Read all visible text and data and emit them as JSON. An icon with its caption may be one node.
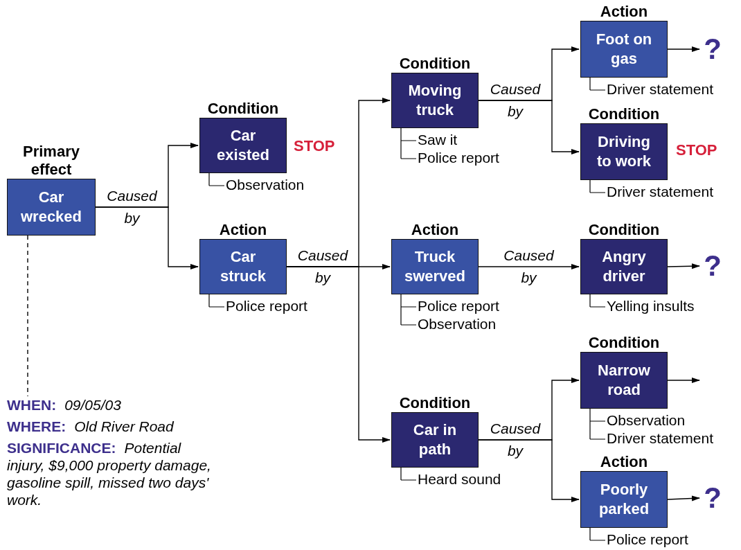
{
  "diagram": {
    "nodes": [
      {
        "text": [
          "Primary effect",
          "Car wrecked"
        ]
      },
      {
        "text": [
          "Condition",
          "Car existed"
        ],
        "beside": [
          "Observation"
        ]
      },
      {
        "text": [
          "Action",
          "Car struck"
        ],
        "beside": [
          "Police report"
        ]
      },
      {
        "text": [
          "Condition",
          "Moving truck"
        ],
        "beside": [
          "Saw it",
          "Police report"
        ]
      },
      {
        "text": [
          "Action",
          "Truck swerved"
        ],
        "beside": [
          "Police report",
          "Observation"
        ]
      },
      {
        "text": [
          "Condition",
          "Car in path"
        ],
        "beside": [
          "Heard sound"
        ]
      },
      {
        "text": [
          "Action",
          "Foot on gas"
        ],
        "beside": [
          "Driver statement"
        ]
      },
      {
        "text": [
          "Condition",
          "Driving to work"
        ],
        "beside": [
          "Driver statement"
        ]
      },
      {
        "text": [
          "Condition",
          "Angry driver"
        ],
        "beside": [
          "Yelling insults"
        ]
      },
      {
        "text": [
          "Condition",
          "Narrow road"
        ],
        "beside": [
          "Observation",
          "Driver statement"
        ]
      },
      {
        "text": [
          "Action",
          "Poorly parked"
        ],
        "beside": [
          "Police report"
        ]
      },
      {
        "text": [
          "?"
        ]
      },
      {
        "text": [
          "?"
        ]
      },
      {
        "text": [
          "?"
        ]
      },
      {
        "text": [
          "WHEN:",
          "09/05/03",
          "WHERE:",
          "Old River Road",
          "SIGNIFICANCE:",
          "Potential injury, $9,000 property damage, gasoline spill, missed two days' work."
        ]
      }
    ],
    "edges": [
      {
        "from": 0,
        "to": 1,
        "arrow": "to",
        "label": "Caused by"
      },
      {
        "from": 0,
        "to": 2,
        "arrow": "to"
      },
      {
        "from": 2,
        "to": 3,
        "arrow": "to",
        "label": "Caused by"
      },
      {
        "from": 2,
        "to": 4,
        "arrow": "to"
      },
      {
        "from": 2,
        "to": 5,
        "arrow": "to"
      },
      {
        "from": 3,
        "to": 6,
        "arrow": "to",
        "label": "Caused by"
      },
      {
        "from": 3,
        "to": 7,
        "arrow": "to"
      },
      {
        "from": 4,
        "to": 8,
        "arrow": "to",
        "label": "Caused by"
      },
      {
        "from": 5,
        "to": 9,
        "arrow": "to",
        "label": "Caused by"
      },
      {
        "from": 5,
        "to": 10,
        "arrow": "to"
      },
      {
        "from": 6,
        "to": 11,
        "arrow": "to"
      },
      {
        "from": 8,
        "to": 12,
        "arrow": "to"
      },
      {
        "from": 10,
        "to": 13,
        "arrow": "to"
      },
      {
        "from": 9,
        "to": null,
        "arrow": "to"
      },
      {
        "from": 0,
        "to": 14,
        "arrow": "none",
        "style": "dashed"
      }
    ],
    "labels": [
      "STOP",
      "STOP"
    ]
  }
}
